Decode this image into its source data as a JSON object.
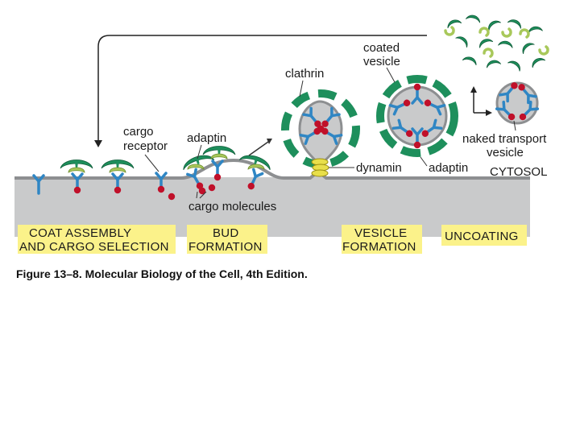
{
  "labels": {
    "cargo_receptor_line1": "cargo",
    "cargo_receptor_line2": "receptor",
    "adaptin_top": "adaptin",
    "clathrin": "clathrin",
    "coated_vesicle_line1": "coated",
    "coated_vesicle_line2": "vesicle",
    "naked_vesicle_line1": "naked transport",
    "naked_vesicle_line2": "vesicle",
    "dynamin": "dynamin",
    "adaptin_bottom": "adaptin",
    "cytosol": "CYTOSOL",
    "cargo_molecules": "cargo molecules"
  },
  "stages": {
    "coat_line1": "COAT ASSEMBLY",
    "coat_line2": "AND CARGO SELECTION",
    "bud_line1": "BUD",
    "bud_line2": "FORMATION",
    "vesicle_line1": "VESICLE",
    "vesicle_line2": "FORMATION",
    "uncoating": "UNCOATING"
  },
  "caption": "Figure 13–8. Molecular Biology of the Cell, 4th Edition.",
  "colors": {
    "clathrin": "#1e8f5c",
    "adaptin": "#a8c85a",
    "receptor": "#2f86c4",
    "cargo": "#c0102a",
    "membrane": "#c9cacb",
    "membrane_edge": "#8d8f91",
    "stage_box": "#fbf28a",
    "dynamin": "#e8df4a"
  }
}
